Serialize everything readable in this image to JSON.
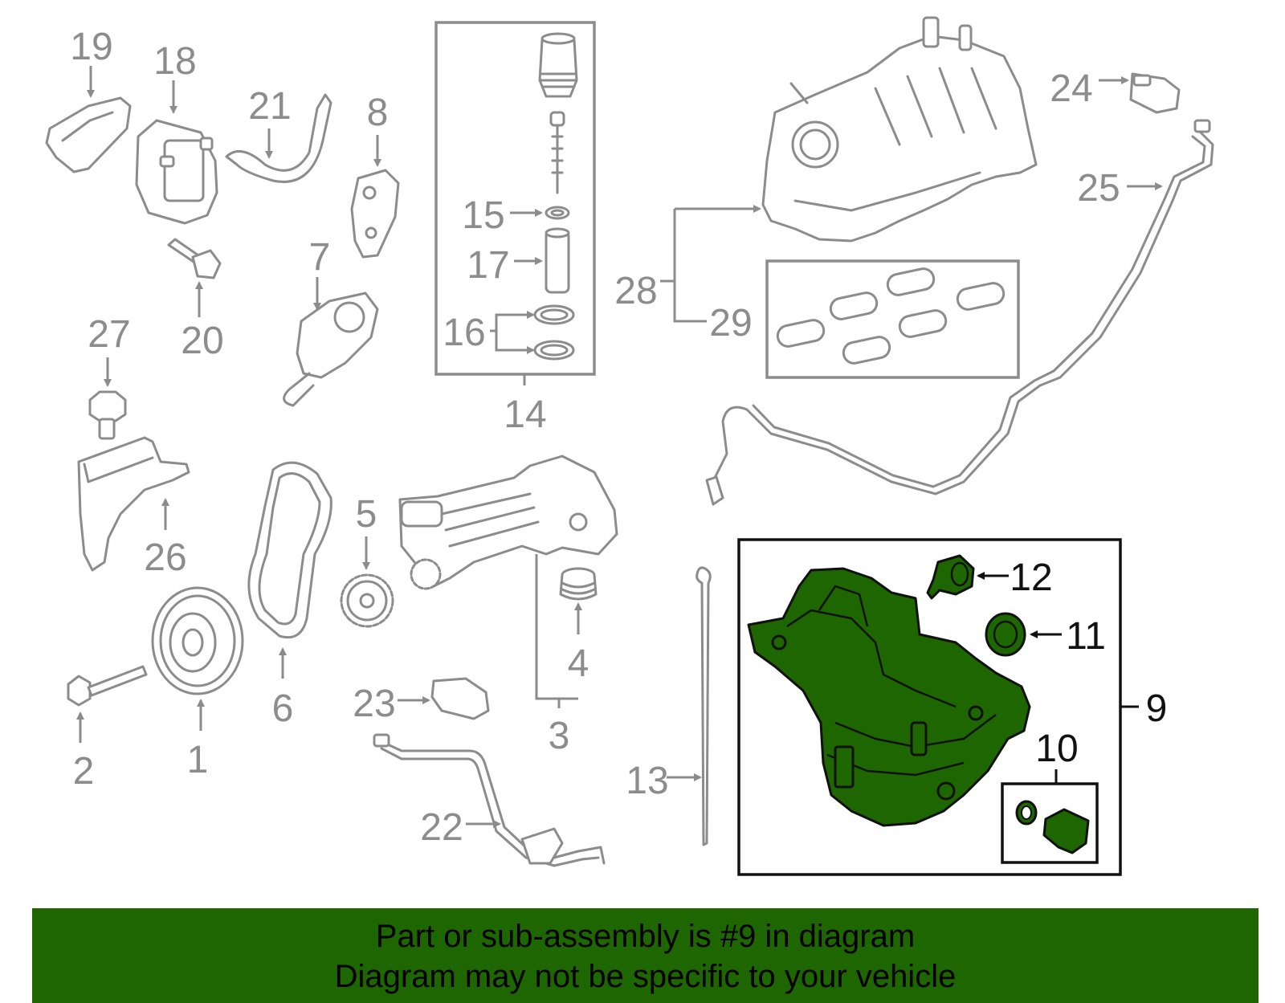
{
  "diagram": {
    "callouts": [
      "1",
      "2",
      "3",
      "4",
      "5",
      "6",
      "7",
      "8",
      "9",
      "10",
      "11",
      "12",
      "13",
      "14",
      "15",
      "16",
      "17",
      "18",
      "19",
      "20",
      "21",
      "22",
      "23",
      "24",
      "25",
      "26",
      "27",
      "28",
      "29"
    ],
    "highlight_part": "9",
    "highlight_color": "#1d6600",
    "outline_color": "#8c8c8c"
  },
  "banner": {
    "line1": "Part or sub-assembly is #9 in diagram",
    "line2": "Diagram may not be specific to your vehicle",
    "background": "#1d6600"
  }
}
